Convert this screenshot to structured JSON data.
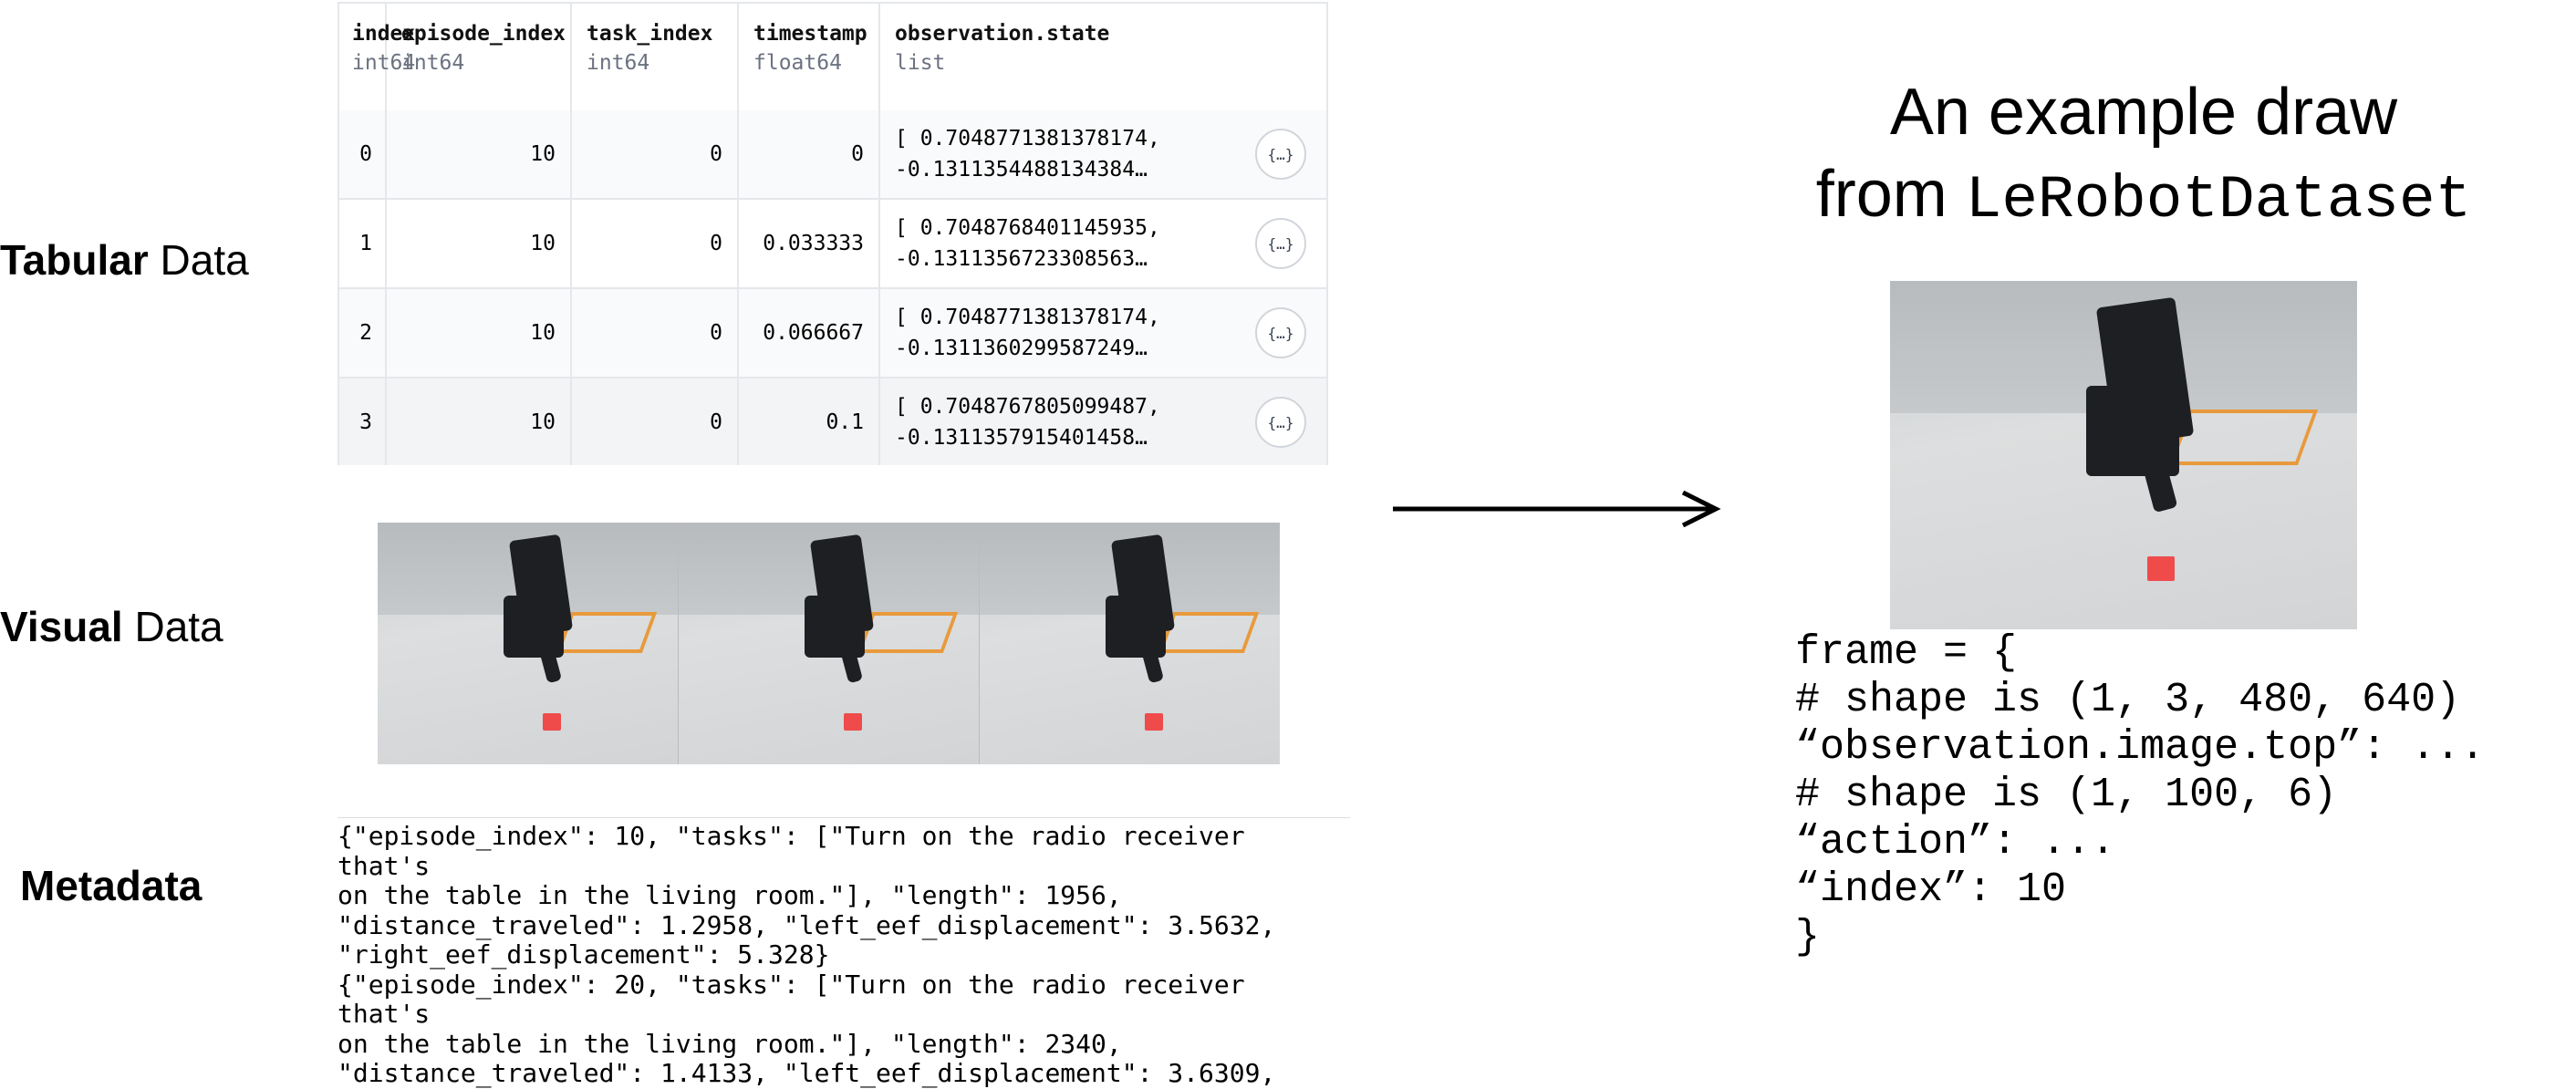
{
  "labels": {
    "tabular_bold": "Tabular",
    "tabular_rest": " Data",
    "visual_bold": "Visual",
    "visual_rest": " Data",
    "metadata": "Metadata"
  },
  "table": {
    "columns": [
      {
        "name": "index",
        "type": "int64"
      },
      {
        "name": "episode_index",
        "type": "int64"
      },
      {
        "name": "task_index",
        "type": "int64"
      },
      {
        "name": "timestamp",
        "type": "float64"
      },
      {
        "name": "observation.state",
        "type": "list"
      }
    ],
    "json_icon": "{…}",
    "rows": [
      {
        "index": "0",
        "episode_index": "10",
        "task_index": "0",
        "timestamp": "0",
        "state1": "[ 0.7048771381378174,",
        "state2": "-0.1311354488134384…"
      },
      {
        "index": "1",
        "episode_index": "10",
        "task_index": "0",
        "timestamp": "0.033333",
        "state1": "[ 0.7048768401145935,",
        "state2": "-0.1311356723308563…"
      },
      {
        "index": "2",
        "episode_index": "10",
        "task_index": "0",
        "timestamp": "0.066667",
        "state1": "[ 0.7048771381378174,",
        "state2": "-0.1311360299587249…"
      },
      {
        "index": "3",
        "episode_index": "10",
        "task_index": "0",
        "timestamp": "0.1",
        "state1": "[ 0.7048767805099487,",
        "state2": "-0.1311357915401458…"
      }
    ]
  },
  "metadata_lines": [
    "{\"episode_index\": 10, \"tasks\": [\"Turn on the radio receiver that's",
    "on the table in the living room.\"], \"length\": 1956,",
    "\"distance_traveled\": 1.2958, \"left_eef_displacement\": 3.5632,",
    "\"right_eef_displacement\": 5.328}",
    "{\"episode_index\": 20, \"tasks\": [\"Turn on the radio receiver that's",
    "on the table in the living room.\"], \"length\": 2340,",
    "\"distance_traveled\": 1.4133, \"left_eef_displacement\": 3.6309,"
  ],
  "right": {
    "title_line1": "An example draw",
    "title_from": "from ",
    "title_mono": "LeRobotDataset",
    "code_lines": [
      "frame = {",
      "# shape is (1, 3, 480, 640)",
      "“observation.image.top”: ...",
      "# shape is (1, 100, 6)",
      "“action”: ...",
      "“index”: 10",
      "}"
    ]
  }
}
